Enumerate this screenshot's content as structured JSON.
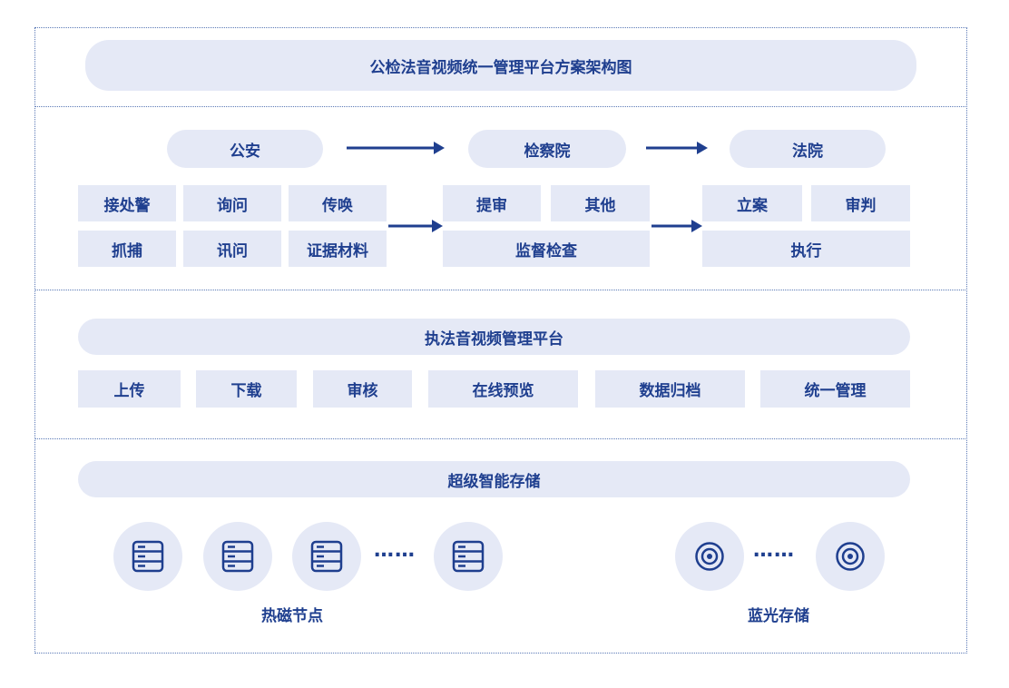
{
  "title": "公检法音视频统一管理平台方案架构图",
  "flow": {
    "police": {
      "header": "公安",
      "items": [
        "接处警",
        "询问",
        "传唤",
        "抓捕",
        "讯问",
        "证据材料"
      ]
    },
    "procuratorate": {
      "header": "检察院",
      "items": [
        "提审",
        "其他",
        "监督检查"
      ]
    },
    "court": {
      "header": "法院",
      "items": [
        "立案",
        "审判",
        "执行"
      ]
    }
  },
  "platform": {
    "header": "执法音视频管理平台",
    "functions": [
      "上传",
      "下载",
      "审核",
      "在线预览",
      "数据归档",
      "统一管理"
    ]
  },
  "storage": {
    "header": "超级智能存储",
    "hot_label": "热磁节点",
    "bluray_label": "蓝光存储",
    "ellipsis": "……"
  },
  "colors": {
    "accent": "#1f3f8f",
    "fill": "#e5e9f6",
    "border": "#5b79b6"
  },
  "icons": {
    "hot_node": "server-icon",
    "bluray": "disc-icon"
  }
}
